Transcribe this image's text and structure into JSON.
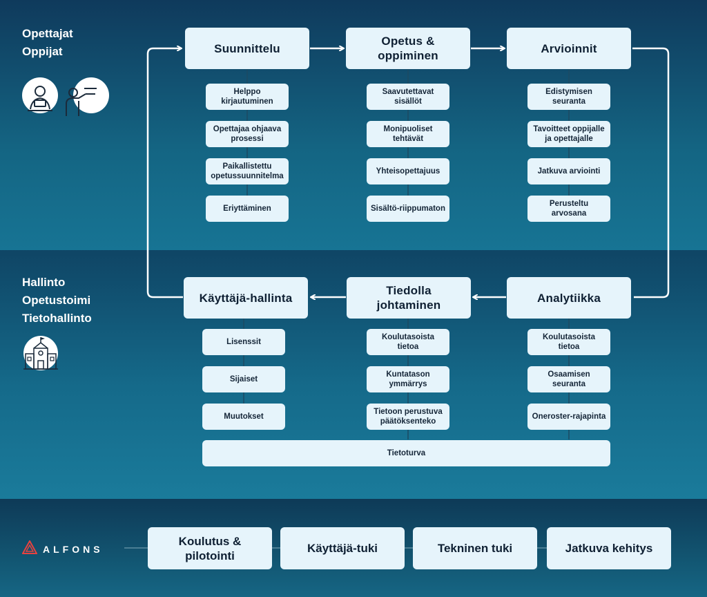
{
  "roles": {
    "top": [
      "Opettajat",
      "Oppijat"
    ],
    "middle": [
      "Hallinto",
      "Opetustoimi",
      "Tietohallinto"
    ]
  },
  "icons": {
    "top_left": "student-reading-icon",
    "top_right": "teacher-whiteboard-icon",
    "middle": "school-building-icon",
    "logo": "alfons-logo-icon"
  },
  "cycle": {
    "suunnittelu": {
      "title": "Suunnittelu",
      "items": [
        "Helppo kirjautuminen",
        "Opettajaa ohjaava prosessi",
        "Paikallistettu opetussuunnitelma",
        "Eriyttäminen"
      ]
    },
    "opetus": {
      "title": "Opetus & oppiminen",
      "items": [
        "Saavutettavat sisällöt",
        "Monipuoliset tehtävät",
        "Yhteisopettajuus",
        "Sisältö-riippumaton"
      ]
    },
    "arvioinnit": {
      "title": "Arvioinnit",
      "items": [
        "Edistymisen seuranta",
        "Tavoitteet oppijalle ja opettajalle",
        "Jatkuva arviointi",
        "Perusteltu arvosana"
      ]
    },
    "kayttajahallinta": {
      "title": "Käyttäjä-hallinta",
      "items": [
        "Lisenssit",
        "Sijaiset",
        "Muutokset"
      ]
    },
    "tiedolla": {
      "title": "Tiedolla johtaminen",
      "items": [
        "Koulutasoista tietoa",
        "Kuntatason ymmärrys",
        "Tietoon perustuva päätöksenteko"
      ]
    },
    "analytiikka": {
      "title": "Analytiikka",
      "items": [
        "Koulutasoista tietoa",
        "Osaamisen seuranta",
        "Oneroster-rajapinta"
      ]
    },
    "tietoturva": "Tietoturva"
  },
  "bottom": {
    "logo_text": "ALFONS",
    "items": [
      "Koulutus & pilotointi",
      "Käyttäjä-tuki",
      "Tekninen tuki",
      "Jatkuva kehitys"
    ]
  },
  "colors": {
    "box": "#e6f4fb",
    "text": "#0f2033",
    "connector": "#ffffff",
    "logo_accent": "#e8423f"
  }
}
